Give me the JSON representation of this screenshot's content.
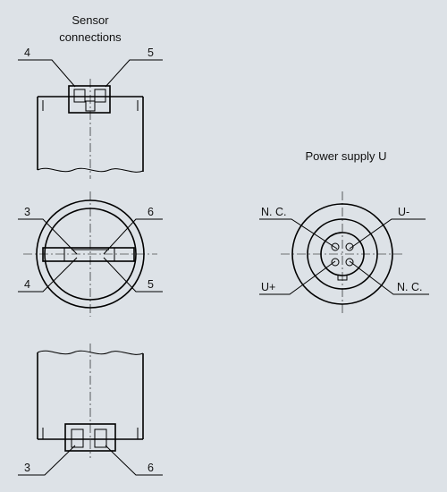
{
  "titles": {
    "sensor_line1": "Sensor",
    "sensor_line2": "connections",
    "power": "Power supply U"
  },
  "labels": {
    "top_left": "4",
    "top_right": "5",
    "mid_top_left": "3",
    "mid_top_right": "6",
    "mid_bottom_left": "4",
    "mid_bottom_right": "5",
    "bottom_left": "3",
    "bottom_right": "6",
    "power_top_left": "N. C.",
    "power_top_right": "U-",
    "power_bottom_left": "U+",
    "power_bottom_right": "N. C."
  }
}
